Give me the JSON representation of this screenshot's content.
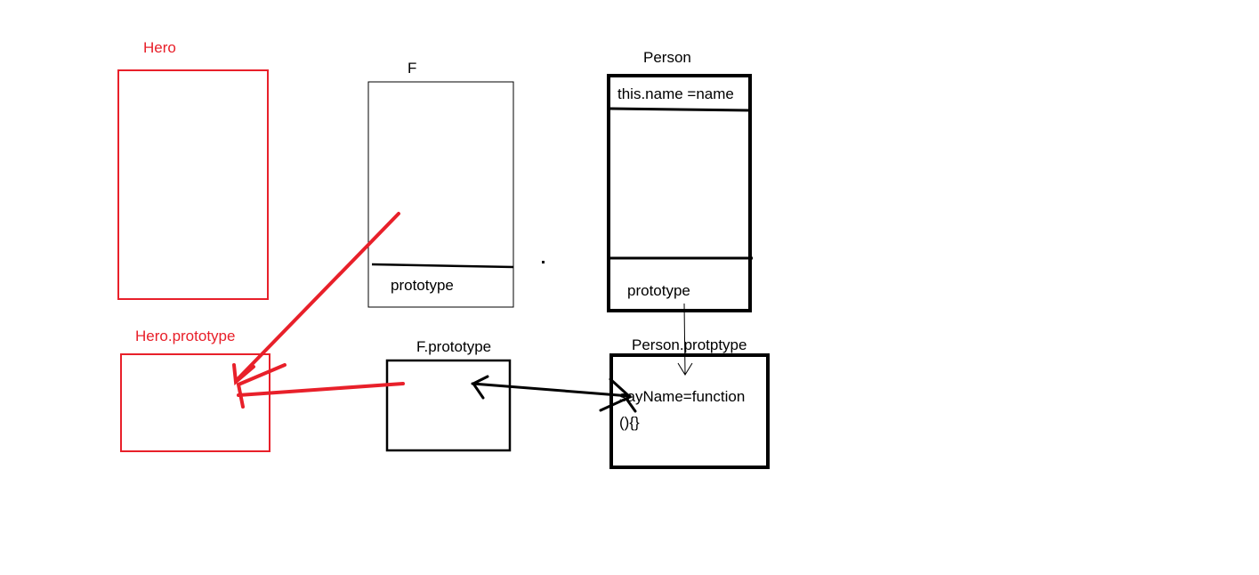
{
  "colors": {
    "red": "#e8202a",
    "black": "#000000",
    "background": "#ffffff"
  },
  "labels": {
    "hero": "Hero",
    "hero_prototype": "Hero.prototype",
    "f": "F",
    "f_prototype_prop": "prototype",
    "f_prototype": "F.prototype",
    "person": "Person",
    "person_name_prop": "this.name =name",
    "person_prototype_prop": "prototype",
    "person_protptype": "Person.protptype",
    "say_name_line1": "sayName=function",
    "say_name_line2": "(){}"
  }
}
